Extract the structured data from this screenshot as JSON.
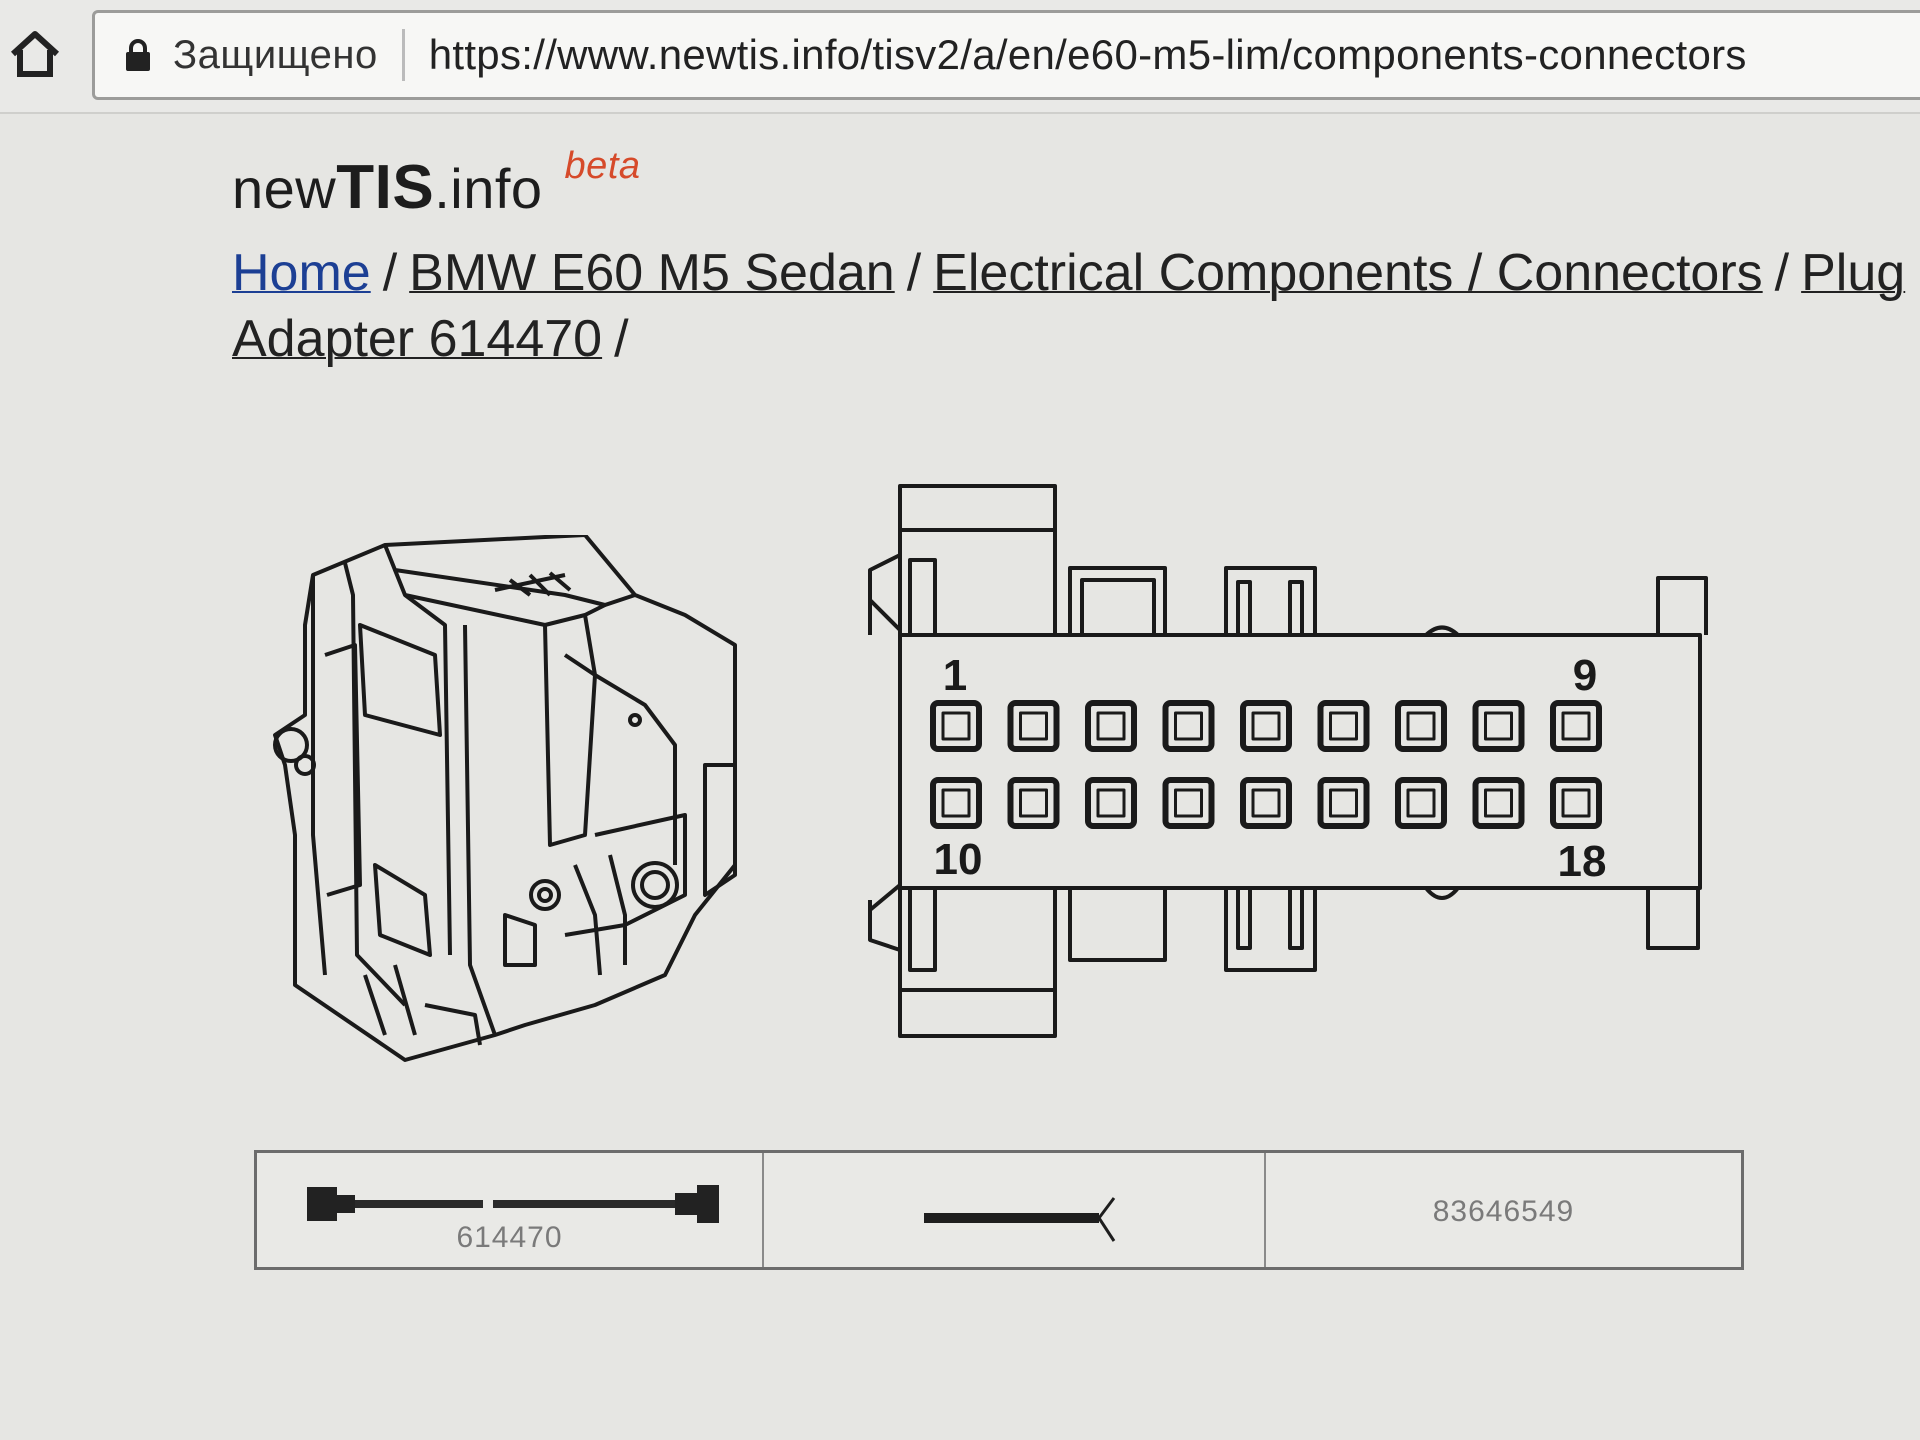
{
  "browser": {
    "secure_label": "Защищено",
    "url": "https://www.newtis.info/tisv2/a/en/e60-m5-lim/components-connectors"
  },
  "site": {
    "logo_prefix": "new",
    "logo_bold": "TIS",
    "logo_suffix": ".info",
    "badge": "beta"
  },
  "breadcrumb": [
    {
      "label": "Home"
    },
    {
      "label": "BMW E60 M5 Sedan"
    },
    {
      "label": "Electrical Components / Connectors"
    },
    {
      "label": "Plug Adapter 614470"
    }
  ],
  "connector": {
    "pin_labels": {
      "top_left": "1",
      "top_right": "9",
      "bottom_left": "10",
      "bottom_right": "18"
    },
    "rows": 2,
    "pins_per_row": 9
  },
  "info_table": {
    "cable_number": "614470",
    "part_number": "83646549"
  },
  "icons": [
    "home-icon",
    "lock-icon"
  ]
}
